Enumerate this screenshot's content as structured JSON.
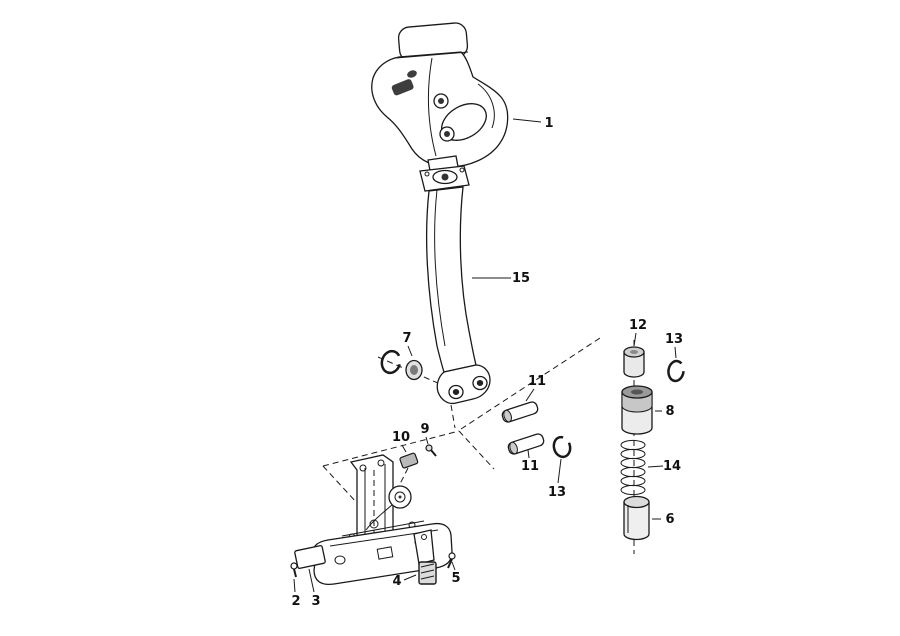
{
  "diagram": {
    "type": "exploded-parts-diagram",
    "background_color": "#ffffff",
    "line_color": "#1a1a1a"
  },
  "callouts": [
    {
      "label": "1"
    },
    {
      "label": "15"
    },
    {
      "label": "7"
    },
    {
      "label": "12"
    },
    {
      "label": "13"
    },
    {
      "label": "8"
    },
    {
      "label": "11"
    },
    {
      "label": "11"
    },
    {
      "label": "13"
    },
    {
      "label": "14"
    },
    {
      "label": "6"
    },
    {
      "label": "10"
    },
    {
      "label": "9"
    },
    {
      "label": "4"
    },
    {
      "label": "5"
    },
    {
      "label": "2"
    },
    {
      "label": "3"
    }
  ]
}
